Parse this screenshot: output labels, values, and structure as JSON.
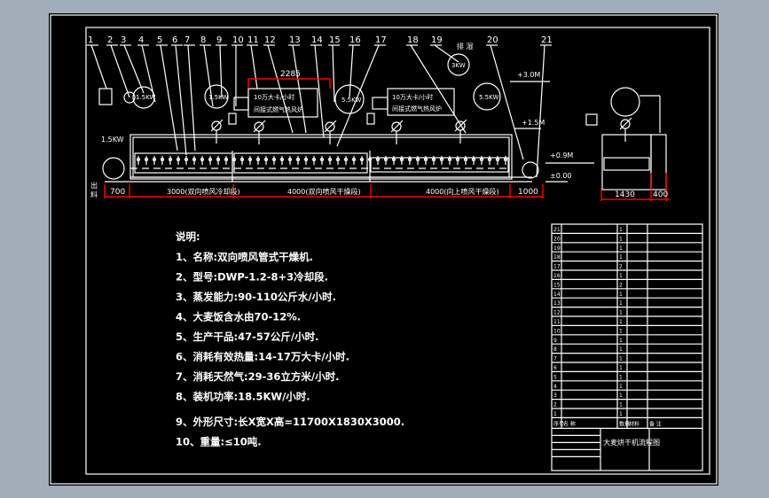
{
  "colors": {
    "background": "#a3acb9",
    "canvas": "#000000",
    "lines": "#ffffff",
    "dimensions": "#ff0000"
  },
  "callouts": [
    "1",
    "2",
    "3",
    "4",
    "5",
    "6",
    "7",
    "8",
    "9",
    "10",
    "11",
    "12",
    "13",
    "14",
    "15",
    "16",
    "17",
    "18",
    "19",
    "20",
    "21"
  ],
  "labels": {
    "motor_left": "1.5KW",
    "fan_1": "1.5KW",
    "fan_2": "1.5KW",
    "fan_3": "5.5KW",
    "fan_4": "3KW",
    "fan_5": "5.5KW",
    "burner_1_line1": "10万大卡/小时",
    "burner_1_line2": "间接式燃气热风炉",
    "burner_2_line1": "10万大卡/小时",
    "burner_2_line2": "间接式燃气热风炉",
    "exhaust": "排 湿",
    "outlet": "出 料",
    "level_3": "+3.0M",
    "level_15": "+1.5M",
    "level_09": "+0.9M",
    "level_0": "±0.00"
  },
  "dimensions": {
    "d2285": "2285",
    "d700": "700",
    "d3000": "3000(双向喷风冷却段)",
    "d4000a": "4000(双向喷风干燥段)",
    "d4000b": "4000(向上喷风干燥段)",
    "d1000": "1000",
    "d1430": "1430",
    "d400": "400"
  },
  "notes": {
    "title": "说明:",
    "items": [
      "1、名称:双向喷风管式干燥机.",
      "2、型号:DWP-1.2-8+3冷却段.",
      "3、蒸发能力:90-110公斤水/小时.",
      "4、大麦饭含水由70-12%.",
      "5、生产干品:47-57公斤/小时.",
      "6、消耗有效热量:14-17万大卡/小时.",
      "7、消耗天然气:29-36立方米/小时.",
      "8、装机功率:18.5KW/小时.",
      "9、外形尺寸:长X宽X高=11700X1830X3000.",
      "10、重量:≤10吨."
    ]
  },
  "parts_table": {
    "rows": [
      [
        "21",
        "",
        "1",
        "",
        ""
      ],
      [
        "20",
        "",
        "1",
        "",
        ""
      ],
      [
        "19",
        "",
        "1",
        "",
        ""
      ],
      [
        "18",
        "",
        "1",
        "",
        ""
      ],
      [
        "17",
        "",
        "2",
        "",
        ""
      ],
      [
        "16",
        "",
        "1",
        "",
        ""
      ],
      [
        "15",
        "",
        "2",
        "",
        ""
      ],
      [
        "14",
        "",
        "1",
        "",
        ""
      ],
      [
        "13",
        "",
        "1",
        "",
        ""
      ],
      [
        "12",
        "",
        "1",
        "",
        ""
      ],
      [
        "11",
        "",
        "1",
        "",
        ""
      ],
      [
        "10",
        "",
        "1",
        "",
        ""
      ],
      [
        "9",
        "",
        "1",
        "",
        ""
      ],
      [
        "8",
        "",
        "1",
        "",
        ""
      ],
      [
        "7",
        "",
        "1",
        "",
        ""
      ],
      [
        "6",
        "",
        "1",
        "",
        ""
      ],
      [
        "5",
        "",
        "1",
        "",
        ""
      ],
      [
        "4",
        "",
        "1",
        "",
        ""
      ],
      [
        "3",
        "",
        "1",
        "",
        ""
      ],
      [
        "2",
        "",
        "1",
        "",
        ""
      ],
      [
        "1",
        "",
        "1",
        "",
        ""
      ]
    ],
    "header": [
      "序号",
      "名 称",
      "数量",
      "材料",
      "备 注"
    ],
    "drawing_title": "大麦烘干机流程图"
  }
}
